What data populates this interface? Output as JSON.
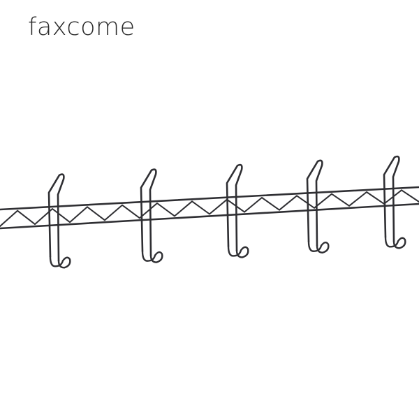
{
  "brand": {
    "logo_text": "faxcome"
  },
  "product": {
    "name": "wire-rack-coat-hooks",
    "hook_count": 5,
    "wire_color": "#2f2f33",
    "background_color": "#ffffff"
  }
}
